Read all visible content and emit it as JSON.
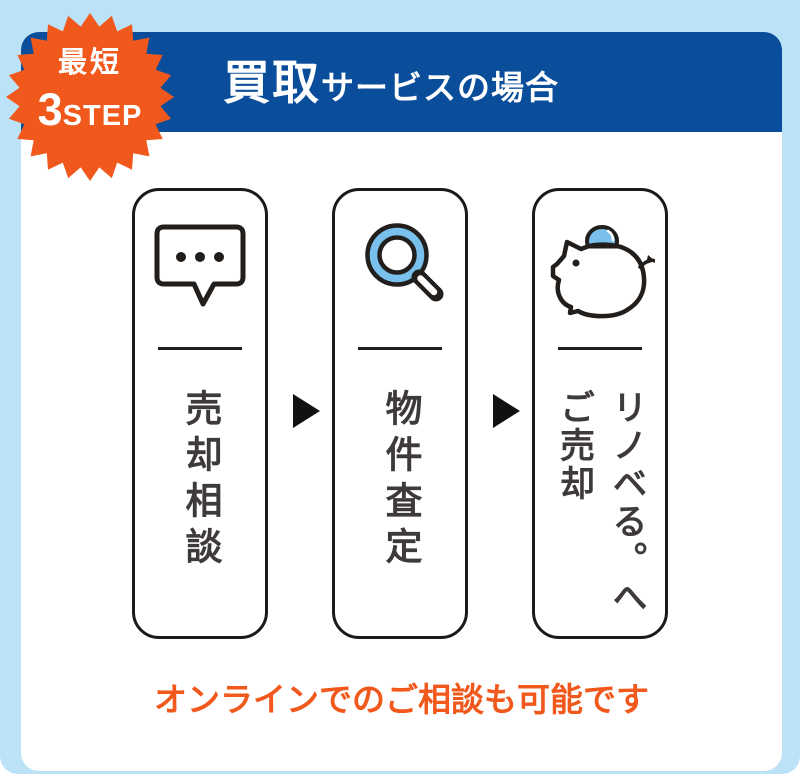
{
  "badge": {
    "line1": "最短",
    "number": "3",
    "step_word": "STEP"
  },
  "header": {
    "title_main": "買取",
    "title_sub": "サービスの場合"
  },
  "steps": [
    {
      "icon": "speech-bubble-icon",
      "lines": [
        "売却相談"
      ]
    },
    {
      "icon": "magnifier-icon",
      "lines": [
        "物件査定"
      ]
    },
    {
      "icon": "piggy-bank-icon",
      "lines": [
        "リノベる。へ",
        "ご売却"
      ]
    }
  ],
  "footer": {
    "note": "オンラインでのご相談も可能です"
  },
  "colors": {
    "background_blue": "#BCE2F8",
    "header_blue": "#0A4D9B",
    "accent_orange": "#F1581C",
    "icon_blue": "#79C1EC",
    "line_dark": "#221E1B",
    "text_gray": "#3E3A39"
  }
}
